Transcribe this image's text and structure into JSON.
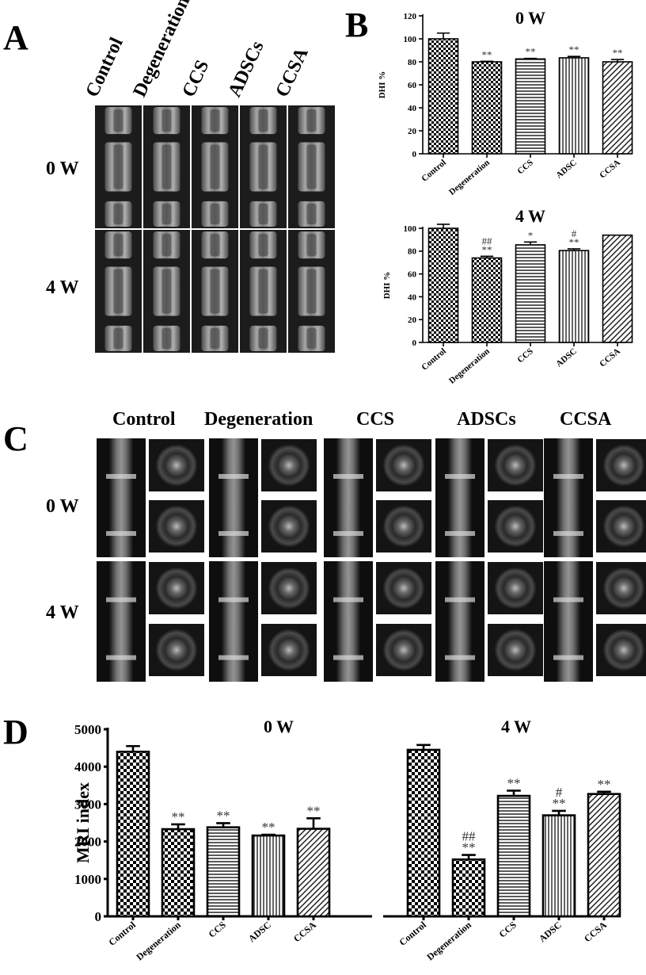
{
  "panels": {
    "a": "A",
    "b": "B",
    "c": "C",
    "d": "D"
  },
  "panel_a": {
    "columns": [
      "Control",
      "Degeneration",
      "CCS",
      "ADSCs",
      "CCSA"
    ],
    "rows": [
      "0 W",
      "4 W"
    ]
  },
  "panel_c": {
    "columns": [
      "Control",
      "Degeneration",
      "CCS",
      "ADSCs",
      "CCSA"
    ],
    "rows": [
      "0 W",
      "4 W"
    ]
  },
  "chart_data": [
    {
      "id": "B_0W",
      "type": "bar",
      "title": "0 W",
      "ylabel": "DHI %",
      "ylim": [
        0,
        120
      ],
      "yticks": [
        "0",
        "20",
        "40",
        "60",
        "80",
        "100",
        "120"
      ],
      "categories": [
        "Control",
        "Degeneration",
        "CCS",
        "ADSC",
        "CCSA"
      ],
      "values": [
        100,
        80,
        82.5,
        83.5,
        80
      ],
      "errors": [
        5,
        0.5,
        0.5,
        1.2,
        2
      ],
      "annotations": [
        "",
        "**",
        "**",
        "**",
        "**"
      ],
      "patterns": [
        "checker",
        "checker",
        "horizontal",
        "vertical",
        "diagonal"
      ]
    },
    {
      "id": "B_4W",
      "type": "bar",
      "title": "4 W",
      "ylabel": "DHI %",
      "ylim": [
        0,
        100
      ],
      "yticks": [
        "0",
        "20",
        "40",
        "60",
        "80",
        "100"
      ],
      "categories": [
        "Control",
        "Degeneration",
        "CCS",
        "ADSC",
        "CCSA"
      ],
      "values": [
        100,
        74,
        85.5,
        80.5,
        94
      ],
      "errors": [
        3.5,
        1.5,
        2.5,
        1.5,
        0
      ],
      "annotations": [
        "",
        "##\n**",
        "*",
        "#\n**",
        ""
      ],
      "patterns": [
        "checker",
        "checker",
        "horizontal",
        "vertical",
        "diagonal"
      ]
    },
    {
      "id": "D",
      "type": "bar",
      "ylabel": "MRI index",
      "ylim": [
        0,
        5000
      ],
      "yticks": [
        "0",
        "1000",
        "2000",
        "3000",
        "4000",
        "5000"
      ],
      "groups": [
        {
          "title": "0 W",
          "categories": [
            "Control",
            "Degeneration",
            "CCS",
            "ADSC",
            "CCSA"
          ],
          "values": [
            4400,
            2330,
            2380,
            2160,
            2340
          ],
          "errors": [
            150,
            130,
            110,
            20,
            280
          ],
          "annotations": [
            "",
            "**",
            "**",
            "**",
            "**"
          ]
        },
        {
          "title": "4 W",
          "categories": [
            "Control",
            "Degeneration",
            "CCS",
            "ADSC",
            "CCSA"
          ],
          "values": [
            4450,
            1520,
            3220,
            2700,
            3270
          ],
          "errors": [
            130,
            120,
            140,
            120,
            60
          ],
          "annotations": [
            "",
            "##\n**",
            "**",
            "#\n**",
            "**"
          ]
        }
      ],
      "patterns": [
        "checker",
        "checker",
        "horizontal",
        "vertical",
        "diagonal"
      ]
    }
  ]
}
